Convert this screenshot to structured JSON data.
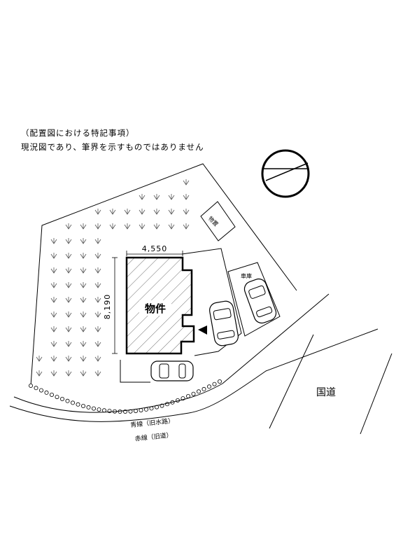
{
  "notes": {
    "heading": "（配置図における特記事項）",
    "body": "現況図であり、筆界を示すものではありません"
  },
  "labels": {
    "property": "物件",
    "storage": "物置",
    "car_port": "車庫",
    "national_road": "国道",
    "blue_line": "青線（旧水路）",
    "red_line": "赤線（旧道）"
  },
  "dimensions": {
    "width": "4,550",
    "depth": "8,190"
  },
  "symbols": {
    "north_arrow": "north-arrow-icon",
    "entrance_marker": "entrance-triangle-icon",
    "vegetation": "grass-icon",
    "hatch": "diagonal-hatch"
  }
}
